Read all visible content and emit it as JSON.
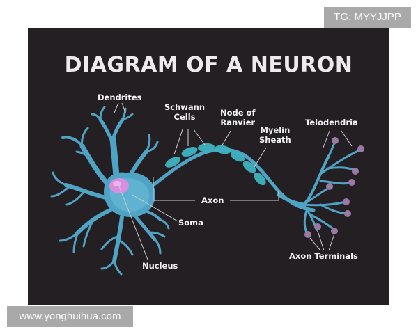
{
  "diagram": {
    "title": "DIAGRAM OF A NEURON",
    "labels": {
      "dendrites": "Dendrites",
      "schwann_cells_line1": "Schwann",
      "schwann_cells_line2": "Cells",
      "node_of_ranvier_line1": "Node of",
      "node_of_ranvier_line2": "Ranvier",
      "myelin_sheath_line1": "Myelin",
      "myelin_sheath_line2": "Sheath",
      "telodendria": "Telodendria",
      "axon": "Axon",
      "soma": "Soma",
      "nucleus": "Nucleus",
      "axon_terminals": "Axon Terminals"
    },
    "colors": {
      "background": "#231f23",
      "neuron_body": "#4fa3c4",
      "neuron_body_light": "#6fc0dc",
      "myelin": "#3fb3c0",
      "nucleus": "#d98ee0",
      "terminal": "#9a7aa5",
      "text": "#f2f0f2",
      "leader_line": "#cfcfcf"
    }
  },
  "watermarks": {
    "top_right": "TG: MYYJJPP",
    "bottom_left": "www.yonghuihua.com"
  }
}
